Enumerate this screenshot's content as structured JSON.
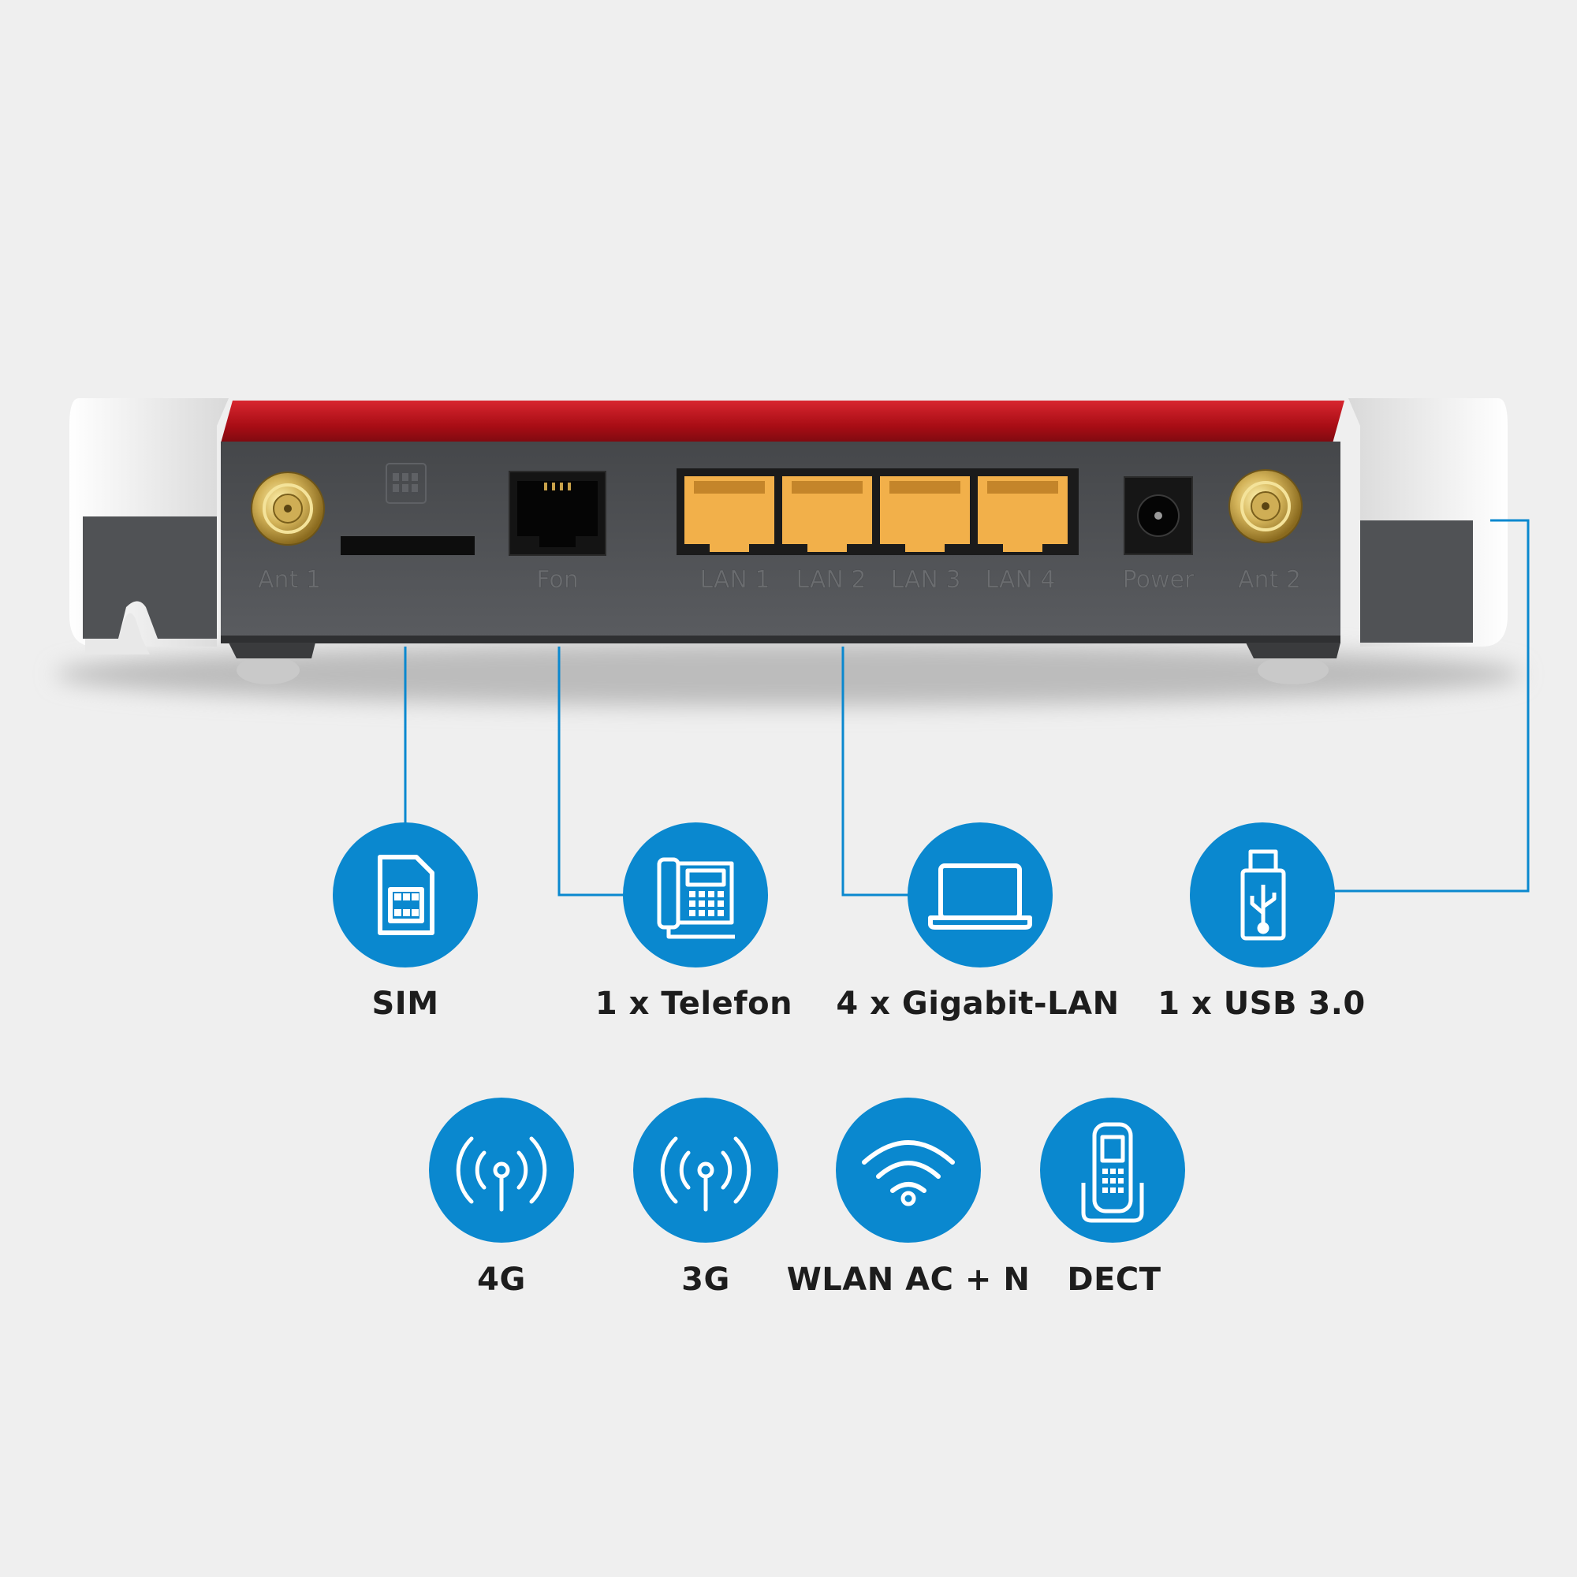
{
  "device": {
    "port_labels": {
      "ant1": "Ant 1",
      "fon": "Fon",
      "lan1": "LAN 1",
      "lan2": "LAN 2",
      "lan3": "LAN 3",
      "lan4": "LAN 4",
      "power": "Power",
      "ant2": "Ant 2"
    }
  },
  "features_row1": [
    {
      "label": "SIM",
      "icon": "sim-card-icon"
    },
    {
      "label": "1 x Telefon",
      "icon": "desk-phone-icon"
    },
    {
      "label": "4 x Gigabit-LAN",
      "icon": "laptop-icon"
    },
    {
      "label": "1 x USB 3.0",
      "icon": "usb-stick-icon"
    }
  ],
  "features_row2": [
    {
      "label": "4G",
      "icon": "antenna-signal-icon"
    },
    {
      "label": "3G",
      "icon": "antenna-signal-icon"
    },
    {
      "label": "WLAN AC + N",
      "icon": "wifi-icon"
    },
    {
      "label": "DECT",
      "icon": "cordless-phone-icon"
    }
  ],
  "colors": {
    "background": "#efefef",
    "accent_blue": "#0a88cf",
    "router_red": "#b5121b",
    "router_panel": "#505255",
    "lan_port": "#f2b04a"
  }
}
